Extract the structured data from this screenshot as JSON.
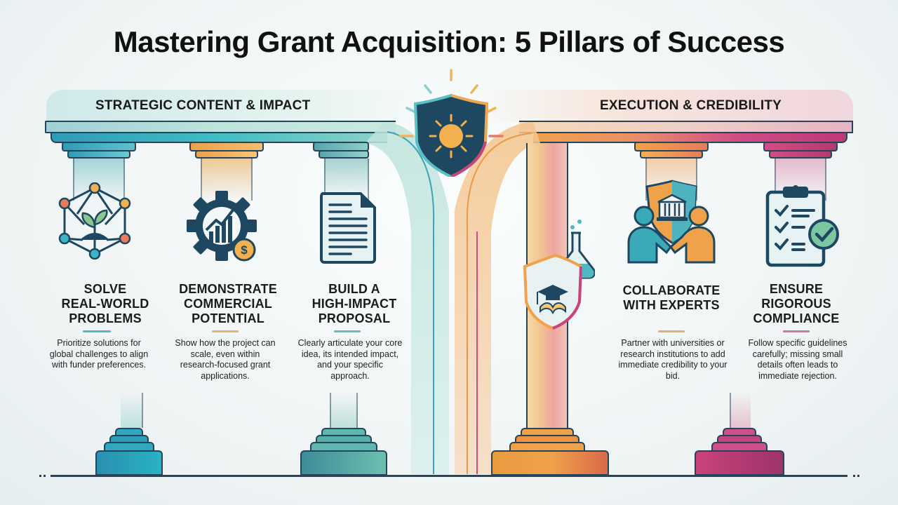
{
  "title": "Mastering Grant Acquisition: 5 Pillars of Success",
  "sections": {
    "left": {
      "label": "STRATEGIC CONTENT & IMPACT",
      "color": "#3fbec4"
    },
    "right": {
      "label": "EXECUTION & CREDIBILITY",
      "color": "#d24d84"
    }
  },
  "center_emblem": {
    "icon": "shield-sun-icon",
    "colors": [
      "#1e4861",
      "#f3b04f",
      "#5bbfc6",
      "#c9437c"
    ]
  },
  "pillars": [
    {
      "id": 1,
      "heading": [
        "SOLVE",
        "REAL-WORLD",
        "PROBLEMS"
      ],
      "description": "Prioritize solutions for global challenges to align with funder preferences.",
      "icon": "network-sprout-icon",
      "accent": "#2fa3b8"
    },
    {
      "id": 2,
      "heading": [
        "DEMONSTRATE",
        "COMMERCIAL",
        "POTENTIAL"
      ],
      "description": "Show how the project can scale, even within research-focused grant applications.",
      "icon": "gear-growth-dollar-icon",
      "accent": "#e8a64c"
    },
    {
      "id": 3,
      "heading": [
        "BUILD A",
        "HIGH-IMPACT",
        "PROPOSAL"
      ],
      "description": "Clearly articulate your core idea, its intended impact, and your specific approach.",
      "icon": "document-icon",
      "accent": "#55b3b6"
    },
    {
      "id": 4,
      "heading": [
        "COLLABORATE",
        "WITH EXPERTS"
      ],
      "description": "Partner with universities or research institutions to add immediate credibility to your bid.",
      "icon": "handshake-institution-icon",
      "accent": "#e8a64c"
    },
    {
      "id": 5,
      "heading": [
        "ENSURE",
        "RIGOROUS",
        "COMPLIANCE"
      ],
      "description": "Follow specific guidelines carefully; missing small details often leads to immediate rejection.",
      "icon": "clipboard-checklist-icon",
      "accent": "#c9437c"
    }
  ],
  "center_column_icon": "academic-shield-flask-icon"
}
